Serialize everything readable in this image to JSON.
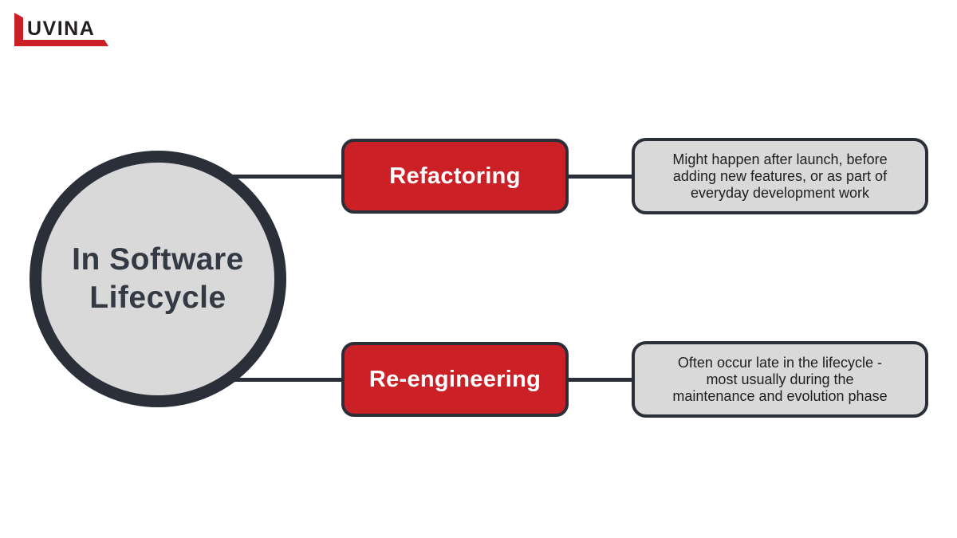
{
  "logo": {
    "brand_text": "UVINA",
    "mark": "red-l-mark"
  },
  "colors": {
    "red": "#cc2027",
    "dark": "#2a2f3a",
    "gray": "#d9d9d9",
    "title_text": "#343a43",
    "desc_text": "#1e1e1e",
    "logo_text": "#231f20"
  },
  "diagram": {
    "center_node": {
      "label": "In Software Lifecycle",
      "label_lines": [
        "In Software",
        "Lifecycle"
      ]
    },
    "branches": [
      {
        "label": "Refactoring",
        "description_lines": [
          "Might happen after launch, before",
          "adding new features, or as part of",
          "everyday development work"
        ]
      },
      {
        "label": "Re-engineering",
        "description_lines": [
          "Often occur late in the lifecycle -",
          "most usually during the",
          "maintenance and evolution phase"
        ]
      }
    ]
  }
}
